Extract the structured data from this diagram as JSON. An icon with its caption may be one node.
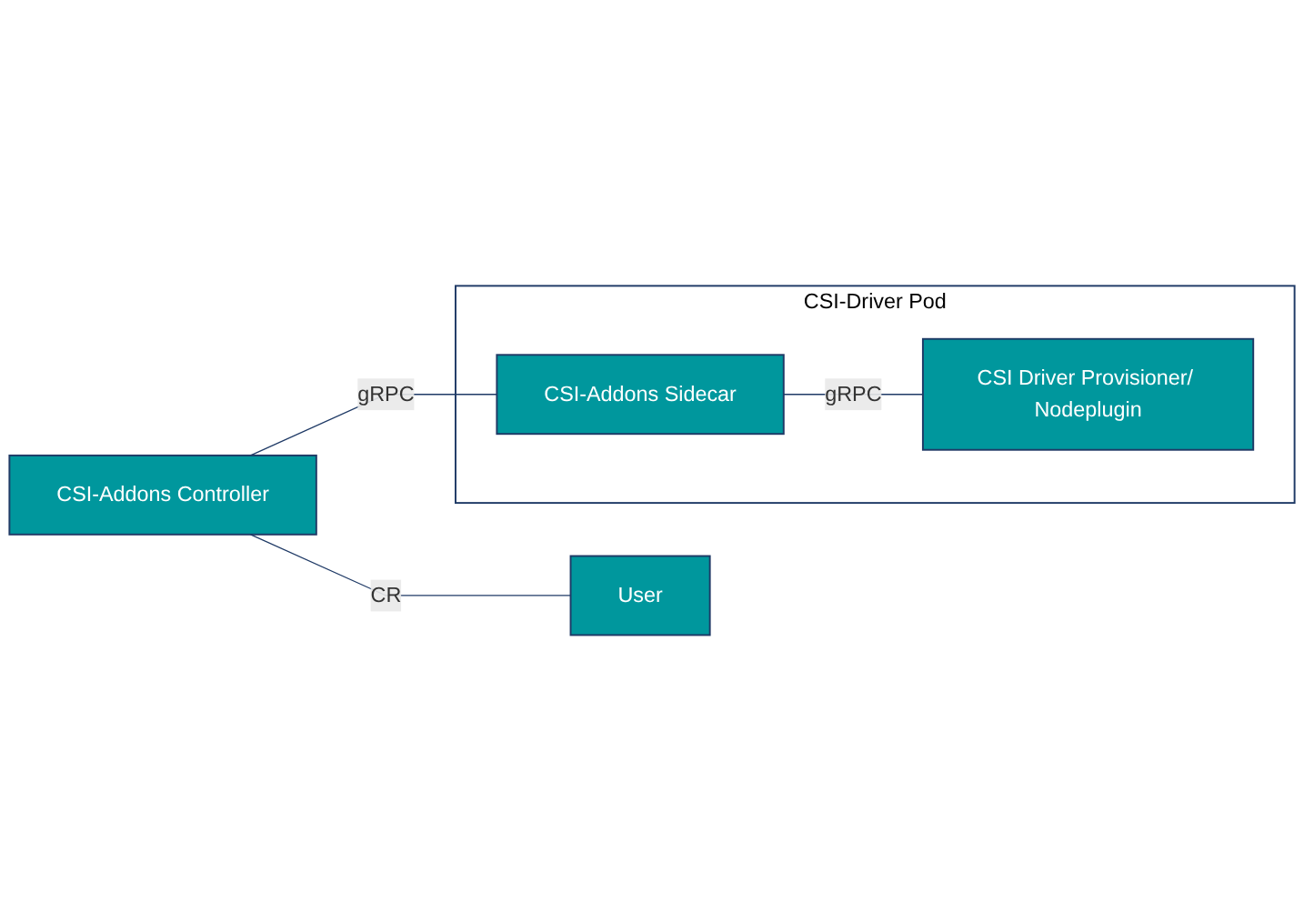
{
  "diagram": {
    "nodes": [
      {
        "text": [
          "CSI-Addons Controller"
        ]
      },
      {
        "text": [
          "User"
        ]
      },
      {
        "text": [
          "CSI-Driver Pod"
        ]
      },
      {
        "text": [
          "CSI-Addons Sidecar"
        ],
        "in": 2
      },
      {
        "text": [
          "CSI Driver Provisioner/ Nodeplugin"
        ],
        "in": 2
      }
    ],
    "edges": [
      {
        "from": 0,
        "to": 1,
        "arrow": "none",
        "label": "CR"
      },
      {
        "from": 0,
        "to": 3,
        "arrow": "none",
        "label": "gRPC"
      },
      {
        "from": 3,
        "to": 4,
        "arrow": "none",
        "label": "gRPC"
      }
    ]
  }
}
